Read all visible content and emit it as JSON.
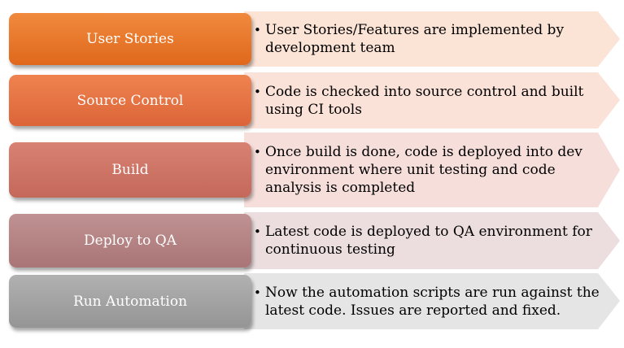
{
  "steps": [
    {
      "label": "User Stories",
      "description": "User Stories/Features are implemented by development team",
      "box_color_top": "#f08a3e",
      "box_color_bottom": "#e0681c",
      "arrow_color": "#fbe3d6"
    },
    {
      "label": "Source Control",
      "description": "Code is checked into source control and built using CI tools",
      "box_color_top": "#ef8350",
      "box_color_bottom": "#dc6538",
      "arrow_color": "#fbe2d8"
    },
    {
      "label": "Build",
      "description": "Once build is done, code is deployed into dev environment where unit testing and code analysis is completed",
      "box_color_top": "#d88273",
      "box_color_bottom": "#c4685a",
      "arrow_color": "#f6dedb"
    },
    {
      "label": "Deploy to QA",
      "description": "Latest code is deployed to QA environment for continuous testing",
      "box_color_top": "#c09293",
      "box_color_bottom": "#a97576",
      "arrow_color": "#ecdede"
    },
    {
      "label": "Run Automation",
      "description": "Now the automation scripts are run against the latest code. Issues are reported and fixed.",
      "box_color_top": "#b1b1b1",
      "box_color_bottom": "#959595",
      "arrow_color": "#e5e5e5"
    }
  ]
}
